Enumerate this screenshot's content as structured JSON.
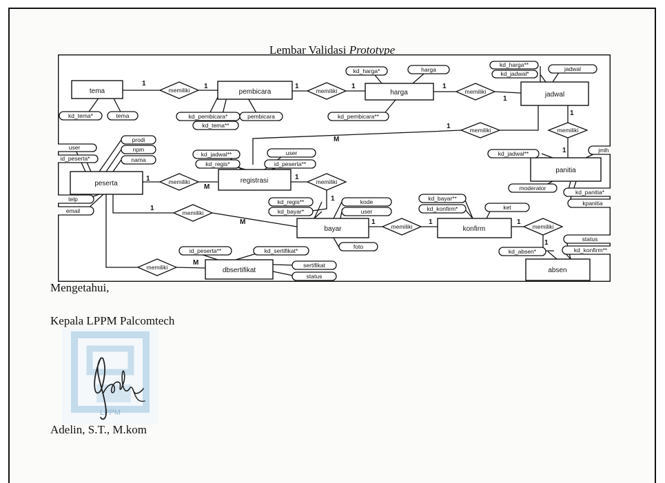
{
  "document": {
    "title_prefix": "Lembar Validasi ",
    "title_italic": "Prototype",
    "acknowledgement": "Mengetahui,",
    "head_title": "Kepala LPPM Palcomtech",
    "signer_name": "Adelin, S.T., M.kom",
    "stamp_text": "LPPM"
  },
  "erd": {
    "entities": [
      {
        "key": "tema",
        "label": "tema"
      },
      {
        "key": "pembicara",
        "label": "pembicara"
      },
      {
        "key": "harga",
        "label": "harga"
      },
      {
        "key": "jadwal",
        "label": "jadwal"
      },
      {
        "key": "peserta",
        "label": "peserta"
      },
      {
        "key": "registrasi",
        "label": "registrasi"
      },
      {
        "key": "panitia",
        "label": "panitia"
      },
      {
        "key": "bayar",
        "label": "bayar"
      },
      {
        "key": "konfirm",
        "label": "konfirm"
      },
      {
        "key": "dbsertifikat",
        "label": "dbsertifikat"
      },
      {
        "key": "absen",
        "label": "absen"
      }
    ],
    "relationships": [
      {
        "key": "tema-pembicara",
        "label": "memiliki"
      },
      {
        "key": "pembicara-harga",
        "label": "memiliki"
      },
      {
        "key": "harga-jadwal",
        "label": "memiliki"
      },
      {
        "key": "jadwal-registrasi",
        "label": "memiliki"
      },
      {
        "key": "jadwal-panitia",
        "label": "memiliki"
      },
      {
        "key": "peserta-registrasi",
        "label": "memiliki"
      },
      {
        "key": "registrasi-bayar",
        "label": "memiliki"
      },
      {
        "key": "peserta-bayar",
        "label": "memiliki"
      },
      {
        "key": "bayar-konfirm",
        "label": "memiliki"
      },
      {
        "key": "konfirm-absen",
        "label": "memiliki"
      },
      {
        "key": "peserta-dbsertifikat",
        "label": "memiliki"
      }
    ],
    "attributes": [
      {
        "key": "kd_tema",
        "label": "kd_tema*"
      },
      {
        "key": "tema",
        "label": "tema"
      },
      {
        "key": "kd_pembicara",
        "label": "kd_pembicara*"
      },
      {
        "key": "kd_tema_fk",
        "label": "kd_tema**"
      },
      {
        "key": "pembicara",
        "label": "pembicara"
      },
      {
        "key": "kd_harga",
        "label": "kd_harga*"
      },
      {
        "key": "harga",
        "label": "harga"
      },
      {
        "key": "kd_pembicara_fk",
        "label": "kd_pembicara**"
      },
      {
        "key": "kd_harga_fk",
        "label": "kd_harga**"
      },
      {
        "key": "kd_jadwal",
        "label": "kd_jadwal*"
      },
      {
        "key": "jadwal",
        "label": "jadwal"
      },
      {
        "key": "prodi",
        "label": "prodi"
      },
      {
        "key": "npm",
        "label": "npm"
      },
      {
        "key": "nama",
        "label": "nama"
      },
      {
        "key": "user_p",
        "label": "user"
      },
      {
        "key": "id_peserta",
        "label": "id_peserta*"
      },
      {
        "key": "telp",
        "label": "telp"
      },
      {
        "key": "email",
        "label": "email"
      },
      {
        "key": "kd_jadwal_reg",
        "label": "kd_jadwal**"
      },
      {
        "key": "kd_regis",
        "label": "kd_regis*"
      },
      {
        "key": "user_r",
        "label": "user"
      },
      {
        "key": "id_peserta_reg",
        "label": "id_peserta**"
      },
      {
        "key": "kd_jadwal_pan",
        "label": "kd_jadwal**"
      },
      {
        "key": "jmlh",
        "label": "jmlh"
      },
      {
        "key": "moderator",
        "label": "moderator"
      },
      {
        "key": "kd_panitia",
        "label": "kd_panitia*"
      },
      {
        "key": "kpanitia",
        "label": "kpanitia"
      },
      {
        "key": "kd_regis_b",
        "label": "kd_regis**"
      },
      {
        "key": "kd_bayar",
        "label": "kd_bayar*"
      },
      {
        "key": "kode",
        "label": "kode"
      },
      {
        "key": "user_b",
        "label": "user"
      },
      {
        "key": "foto",
        "label": "foto"
      },
      {
        "key": "kd_bayar_k",
        "label": "kd_bayar**"
      },
      {
        "key": "kd_konfirm",
        "label": "kd_konfirm*"
      },
      {
        "key": "ket",
        "label": "ket"
      },
      {
        "key": "status_a",
        "label": "status"
      },
      {
        "key": "kd_absen",
        "label": "kd_absen*"
      },
      {
        "key": "kd_konfirm_a",
        "label": "kd_konfirm**"
      },
      {
        "key": "id_peserta_s",
        "label": "id_peserta**"
      },
      {
        "key": "kd_sertifikat",
        "label": "kd_sertifikat*"
      },
      {
        "key": "sertifikat",
        "label": "sertifikat"
      },
      {
        "key": "status_s",
        "label": "status"
      }
    ],
    "cardinalities": [
      {
        "key": "c1",
        "label": "1"
      },
      {
        "key": "c2",
        "label": "1"
      },
      {
        "key": "c3",
        "label": "1"
      },
      {
        "key": "c4",
        "label": "1"
      },
      {
        "key": "c5",
        "label": "1"
      },
      {
        "key": "c6",
        "label": "1"
      },
      {
        "key": "c7",
        "label": "M"
      },
      {
        "key": "c8",
        "label": "1"
      },
      {
        "key": "c9",
        "label": "1"
      },
      {
        "key": "c10",
        "label": "1"
      },
      {
        "key": "c11",
        "label": "M"
      },
      {
        "key": "c12",
        "label": "1"
      },
      {
        "key": "c13",
        "label": "1"
      },
      {
        "key": "c14",
        "label": "1"
      },
      {
        "key": "c15",
        "label": "M"
      },
      {
        "key": "c16",
        "label": "1"
      },
      {
        "key": "c17",
        "label": "1"
      },
      {
        "key": "c18",
        "label": "1"
      },
      {
        "key": "c19",
        "label": "1"
      },
      {
        "key": "c20",
        "label": "1"
      },
      {
        "key": "c21",
        "label": "M"
      }
    ]
  }
}
